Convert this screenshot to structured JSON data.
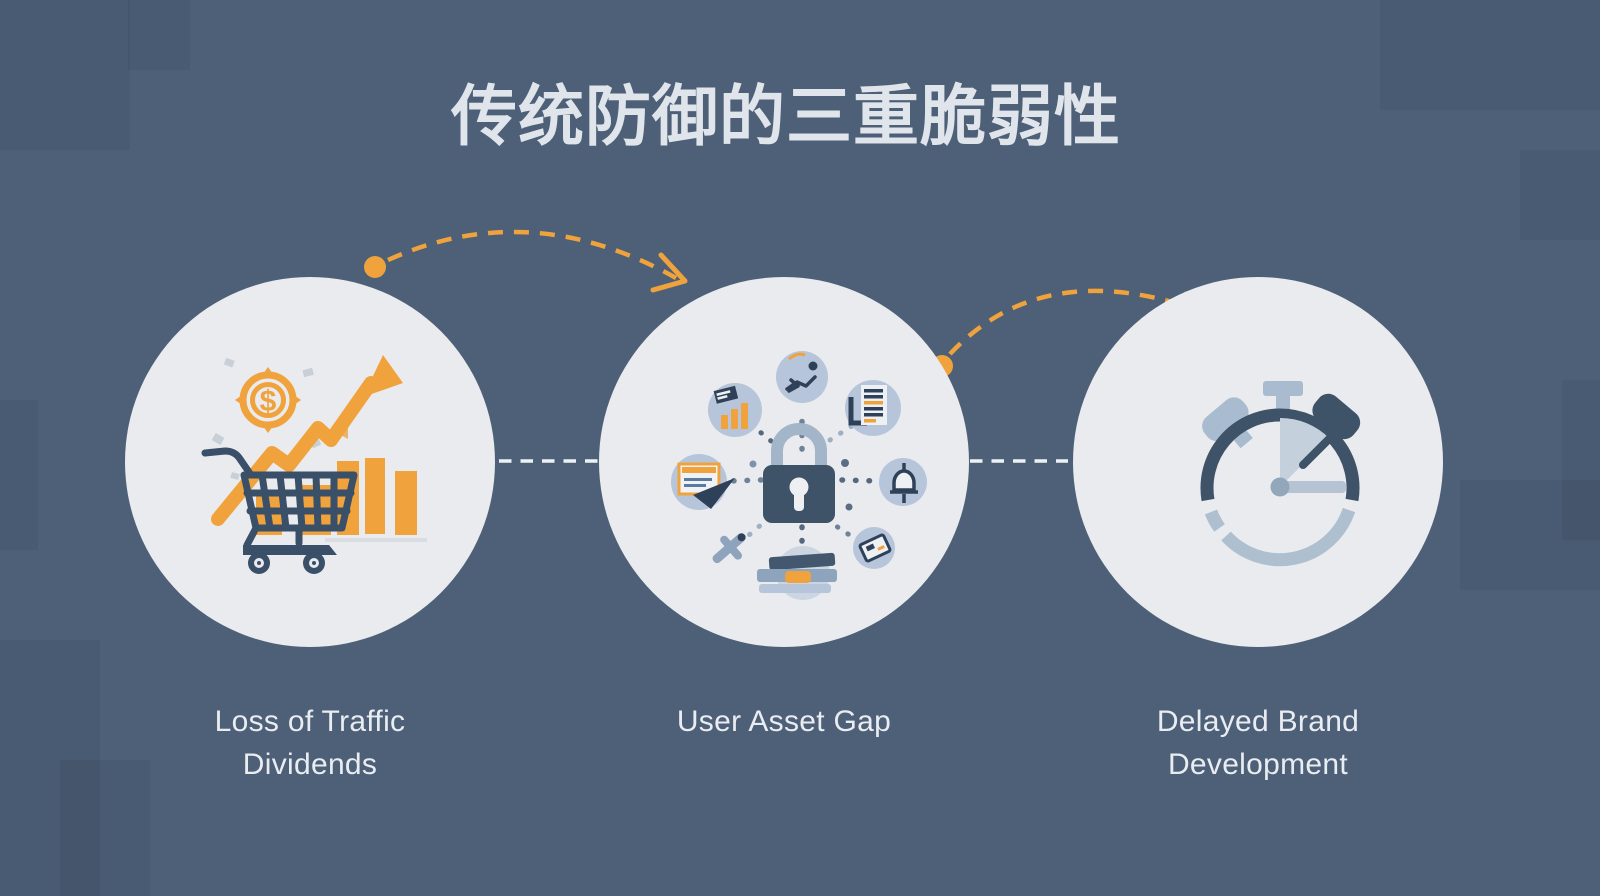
{
  "title": {
    "text": "传统防御的三重脆弱性"
  },
  "steps": [
    {
      "id": "step-1",
      "label": "Loss of Traffic Dividends",
      "icon": "cart-growth-icon",
      "currency_symbol": "$"
    },
    {
      "id": "step-2",
      "label": "User Asset Gap",
      "icon": "lock-network-icon"
    },
    {
      "id": "step-3",
      "label": "Delayed Brand Development",
      "icon": "stopwatch-icon"
    }
  ],
  "connectors": {
    "arrow_1": {
      "from": "step-1",
      "to": "step-2",
      "style": "orange-dashed-arc-with-dot-and-arrowhead"
    },
    "arrow_2": {
      "from": "step-2",
      "to": "step-3",
      "style": "orange-dashed-arc-with-dot-and-arrowhead"
    },
    "divider_1": {
      "between": [
        "step-1",
        "step-2"
      ],
      "style": "white-dashed-line"
    },
    "divider_2": {
      "between": [
        "step-2",
        "step-3"
      ],
      "style": "white-dashed-line"
    }
  },
  "colors": {
    "background": "#4d6078",
    "circle_fill": "#e9ebee",
    "accent_orange": "#f0a23c",
    "dark_slate": "#3e5268",
    "satellite_blue": "#b7c5da",
    "light_steel": "#a9bccf",
    "title_text": "#dfe5ea",
    "label_text": "#e9edf1"
  }
}
